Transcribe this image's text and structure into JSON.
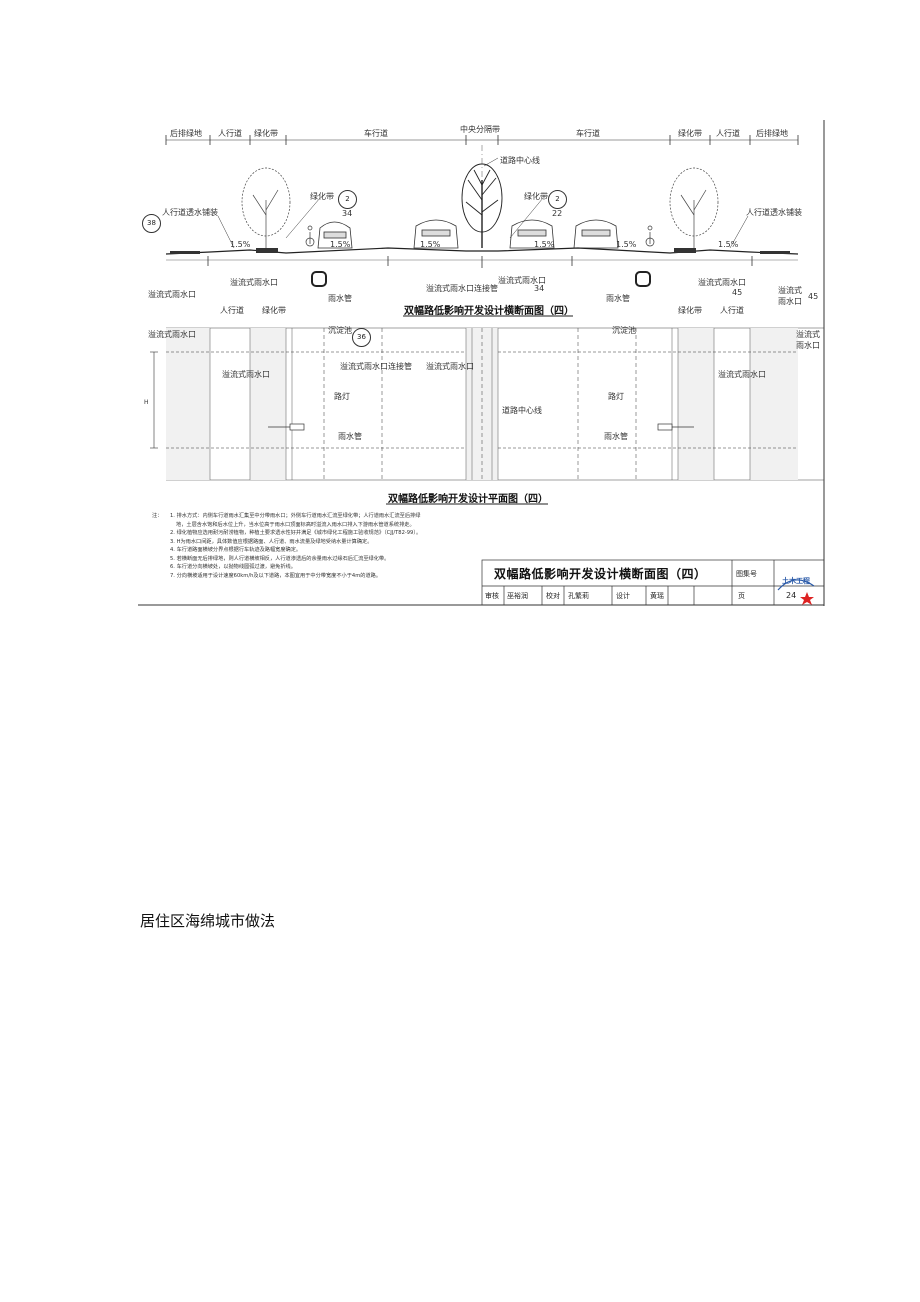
{
  "drawing": {
    "top_zones": [
      "后排绿地",
      "人行道",
      "绿化带",
      "车行道",
      "中央分隔带",
      "车行道",
      "绿化带",
      "人行道",
      "后排绿地"
    ],
    "section_labels": {
      "road_center_line": "道路中心线",
      "green_belt_left": "绿化带",
      "green_belt_right": "绿化带",
      "ref_left_top": "2",
      "ref_left_bottom": "34",
      "ref_right_top": "2",
      "ref_right_bottom": "22",
      "sidewalk_paving_left": "人行道透水铺装",
      "sidewalk_paving_right": "人行道透水铺装",
      "circle_left": "38",
      "slope_1": "1.5%",
      "slope_2": "1.5%",
      "slope_3": "1.5%",
      "slope_4": "1.5%",
      "slope_5": "1.5%",
      "slope_6": "1.5%",
      "overflow_inlet_1": "溢流式雨水口",
      "overflow_inlet_2": "溢流式雨水口",
      "overflow_inlet_connector": "溢流式雨水口连接管",
      "overflow_inlet_3": "溢流式雨水口",
      "overflow_inlet_4": "溢流式雨水口",
      "overflow_inlet_5a": "溢流式",
      "overflow_inlet_5b": "雨水口",
      "ref_34": "34",
      "ref_45a": "45",
      "ref_45b": "45",
      "rain_pipe_left": "雨水管",
      "rain_pipe_right": "雨水管"
    },
    "section_caption": "双幅路低影响开发设计横断面图（四）",
    "plan_labels": {
      "sidewalk_left": "人行道",
      "green_left": "绿化带",
      "settling_left": "沉淀池",
      "ref_36": "36",
      "settling_right": "沉淀池",
      "green_right": "绿化带",
      "sidewalk_right": "人行道",
      "overflow_tl": "溢流式雨水口",
      "overflow_tr_a": "溢流式",
      "overflow_tr_b": "雨水口",
      "overflow_ml": "溢流式雨水口",
      "overflow_connector": "溢流式雨水口连接管",
      "overflow_mc": "溢流式雨水口",
      "overflow_mr": "溢流式雨水口",
      "street_lamp_left": "路灯",
      "street_lamp_right": "路灯",
      "center_line": "道路中心线",
      "rain_pipe_left": "雨水管",
      "rain_pipe_right": "雨水管",
      "dim_h": "H"
    },
    "plan_caption": "双幅路低影响开发设计平面图（四）",
    "notes_label": "注：",
    "notes": [
      "1. 排水方式：内侧车行道雨水汇集至中分带雨水口；外侧车行道雨水汇流至绿化带；人行道雨水汇流至后排绿",
      "地，土层含水饱和后水位上升，当水位高于雨水口顶面标高时溢流入雨水口排入下游雨水管道系统排走。",
      "2. 绿化植物应选用耐污耐涝植物，种植土要求透水性好并满足《城市绿化工程施工验收规范》（CJJ/T82-99）。",
      "3. H为雨水口间距，具体数值应根据路面、人行道、雨水流量及绿地受纳水量计算确定。",
      "4. 车行道路面横坡分界点根据行车轨迹及路幅宽度确定。",
      "5. 若横断面无后排绿地，则人行道横坡相反，人行道渗透后的余量雨水过缘石后汇流至绿化带。",
      "6. 车行道分向横坡处，以抛物线圆弧过渡，避免折线。",
      "7. 分向横坡适用于设计速度60km/h及以下道路，本图宜用于中分带宽度不小于4m的道路。"
    ],
    "title_block": {
      "title": "双幅路低影响开发设计横断面图（四）",
      "atlas_label": "图集号",
      "review_label": "审核",
      "reviewer": "巫裕润",
      "check_label": "校对",
      "checker": "孔繁莉",
      "design_label": "设计",
      "designer": "黄瑶",
      "page_label": "页",
      "page_number": "24",
      "stamp_text": "土木工程"
    }
  },
  "body_text": "居住区海绵城市做法",
  "colors": {
    "line": "#333333",
    "hatch": "#999999",
    "dash": "#555555"
  }
}
